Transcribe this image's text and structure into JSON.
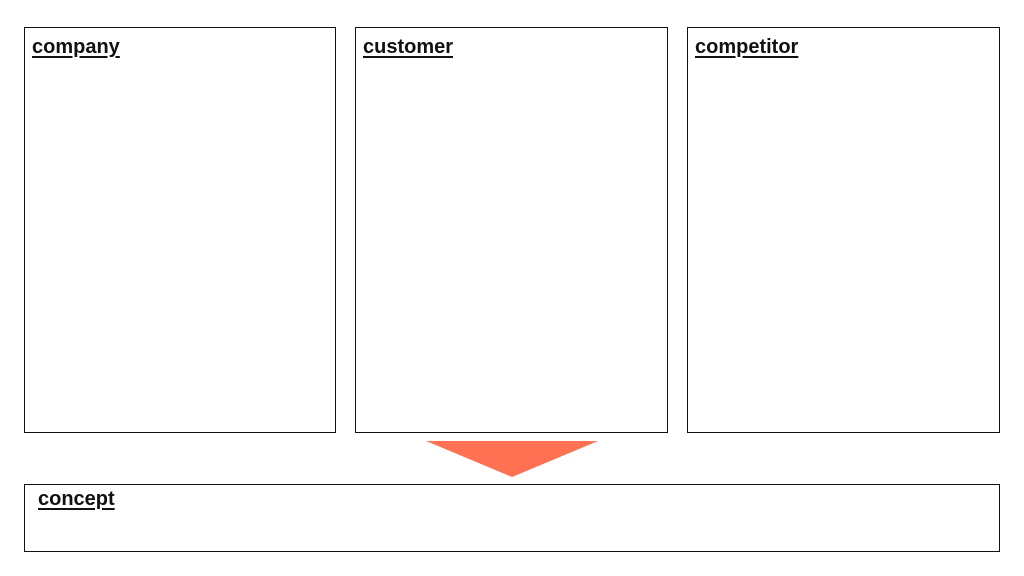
{
  "boxes": {
    "company": {
      "label": "company"
    },
    "customer": {
      "label": "customer"
    },
    "competitor": {
      "label": "competitor"
    },
    "concept": {
      "label": "concept"
    }
  },
  "arrow": {
    "direction": "down",
    "color": "#FF7152"
  },
  "colors": {
    "border": "#111111",
    "background": "#FFFFFF",
    "text": "#111111"
  }
}
